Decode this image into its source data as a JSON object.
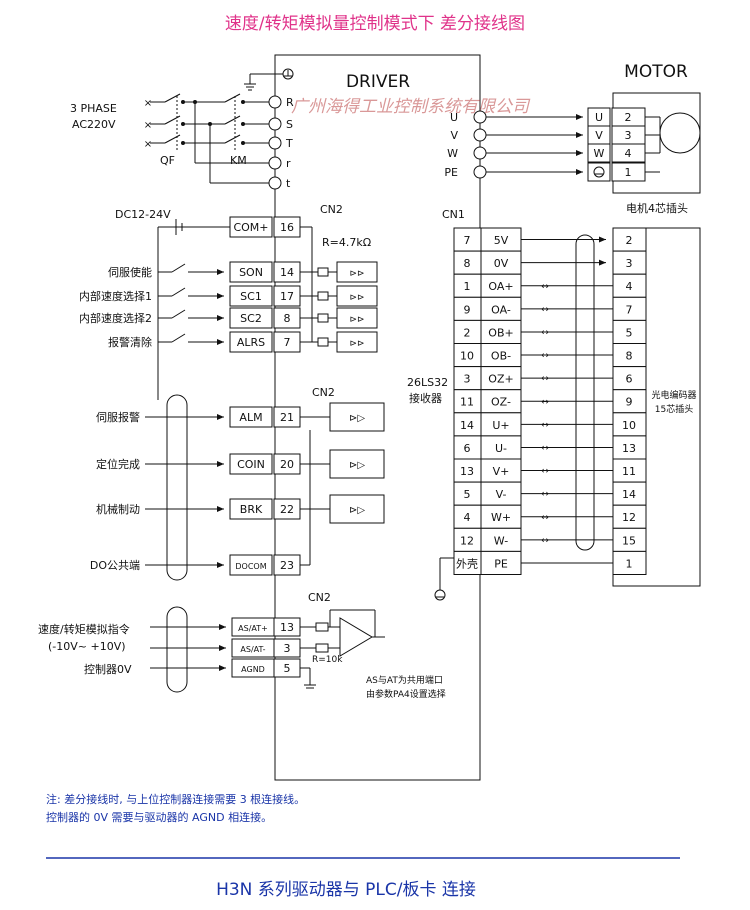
{
  "title": "速度/转矩模拟量控制模式下 差分接线图",
  "footer_title": "H3N 系列驱动器与 PLC/板卡 连接",
  "driver_label": "DRIVER",
  "motor_label": "MOTOR",
  "watermark": "广州海得工业控制系统有限公司",
  "power": {
    "phase_label": [
      "3 PHASE",
      "AC220V"
    ],
    "qf": "QF",
    "km": "KM",
    "terminals": [
      "R",
      "S",
      "T",
      "r",
      "t"
    ],
    "outputs": [
      "U",
      "V",
      "W",
      "PE"
    ]
  },
  "motor_conn": {
    "rows": [
      {
        "sig": "U",
        "pin": "2"
      },
      {
        "sig": "V",
        "pin": "3"
      },
      {
        "sig": "W",
        "pin": "4"
      },
      {
        "sig": "",
        "pin": "1"
      }
    ],
    "caption": "电机4芯插头"
  },
  "cn2_in": {
    "dc_label": "DC12-24V",
    "cn_label": "CN2",
    "r_label": "R=4.7kΩ",
    "pins": [
      {
        "ext": "",
        "name": "COM+",
        "num": "16"
      },
      {
        "ext": "伺服使能",
        "name": "SON",
        "num": "14"
      },
      {
        "ext": "内部速度选择1",
        "name": "SC1",
        "num": "17"
      },
      {
        "ext": "内部速度选择2",
        "name": "SC2",
        "num": "8"
      },
      {
        "ext": "报警清除",
        "name": "ALRS",
        "num": "7"
      }
    ]
  },
  "cn2_out": {
    "cn_label": "CN2",
    "pins": [
      {
        "ext": "伺服报警",
        "name": "ALM",
        "num": "21"
      },
      {
        "ext": "定位完成",
        "name": "COIN",
        "num": "20"
      },
      {
        "ext": "机械制动",
        "name": "BRK",
        "num": "22"
      },
      {
        "ext": "DO公共端",
        "name": "DOCOM",
        "num": "23"
      }
    ]
  },
  "cn2_analog": {
    "cn_label": "CN2",
    "ext_label": [
      "速度/转矩模拟指令",
      "(-10V~ +10V)"
    ],
    "ctrl_label": "控制器0V",
    "r_label": "R=10k",
    "note": [
      "AS与AT为共用端口",
      "由参数PA4设置选择"
    ],
    "pins": [
      {
        "name": "AS/AT+",
        "num": "13"
      },
      {
        "name": "AS/AT-",
        "num": "3"
      },
      {
        "name": "AGND",
        "num": "5"
      }
    ]
  },
  "cn1": {
    "label": "CN1",
    "receiver_label": [
      "26LS32",
      "接收器"
    ],
    "pins": [
      {
        "num": "7",
        "name": "5V",
        "enc": "2"
      },
      {
        "num": "8",
        "name": "0V",
        "enc": "3"
      },
      {
        "num": "1",
        "name": "OA+",
        "enc": "4"
      },
      {
        "num": "9",
        "name": "OA-",
        "enc": "7"
      },
      {
        "num": "2",
        "name": "OB+",
        "enc": "5"
      },
      {
        "num": "10",
        "name": "OB-",
        "enc": "8"
      },
      {
        "num": "3",
        "name": "OZ+",
        "enc": "6"
      },
      {
        "num": "11",
        "name": "OZ-",
        "enc": "9"
      },
      {
        "num": "14",
        "name": "U+",
        "enc": "10"
      },
      {
        "num": "6",
        "name": "U-",
        "enc": "13"
      },
      {
        "num": "13",
        "name": "V+",
        "enc": "11"
      },
      {
        "num": "5",
        "name": "V-",
        "enc": "14"
      },
      {
        "num": "4",
        "name": "W+",
        "enc": "12"
      },
      {
        "num": "12",
        "name": "W-",
        "enc": "15"
      },
      {
        "num": "外壳",
        "name": "PE",
        "enc": "1"
      }
    ],
    "encoder_caption": [
      "光电编码器",
      "15芯插头"
    ]
  },
  "note": {
    "line1": "注:  差分接线时, 与上位控制器连接需要 3 根连接线。",
    "line2": "控制器的 0V 需要与驱动器的 AGND 相连接。"
  }
}
